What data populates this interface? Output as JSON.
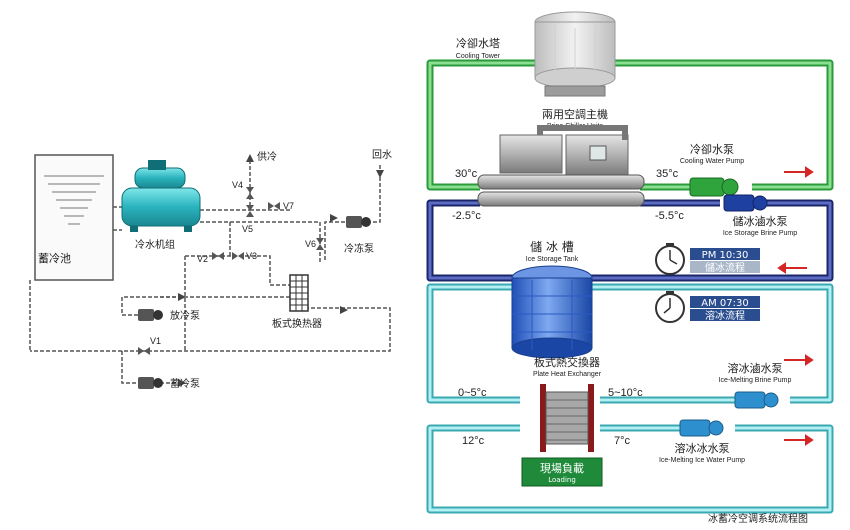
{
  "left_diagram": {
    "pool": "蓄冷池",
    "chiller": "冷水机组",
    "supply": "供冷",
    "return_water": "回水",
    "heat_exchanger": "板式换热器",
    "freeze_pump": "冷冻泵",
    "discharge_pump": "放冷泵",
    "storage_pump": "蓄冷泵",
    "valves": {
      "v1": "V1",
      "v2": "V2",
      "v3": "V3",
      "v4": "V4",
      "v5": "V5",
      "v6": "V6",
      "v7": "V7"
    }
  },
  "right_diagram": {
    "cooling_tower": {
      "cn": "冷卻水塔",
      "en": "Cooling Tower"
    },
    "chiller_units": {
      "cn": "兩用空調主機",
      "en": "Brine Chiller Units"
    },
    "cooling_pump": {
      "cn": "冷卻水泵",
      "en": "Cooling Water Pump"
    },
    "brine_pump": {
      "cn": "儲冰滷水泵",
      "en": "Ice Storage Brine Pump"
    },
    "ice_tank": {
      "cn": "儲 冰 槽",
      "en": "Ice Storage Tank"
    },
    "plate_hx": {
      "cn": "板式熱交換器",
      "en": "Plate Heat Exchanger"
    },
    "melt_brine_pump": {
      "cn": "溶冰滷水泵",
      "en": "Ice-Melting Brine Pump"
    },
    "melt_water_pump": {
      "cn": "溶冰冰水泵",
      "en": "Ice-Melting Ice Water Pump"
    },
    "loading": {
      "cn": "現場負載",
      "en": "Loading"
    },
    "temps": {
      "t30": "30°c",
      "t35": "35°c",
      "tm25": "-2.5°c",
      "tm55": "-5.5°c",
      "t05": "0~5°c",
      "t510": "5~10°c",
      "t12": "12°c",
      "t7": "7°c"
    },
    "clock_pm": {
      "time": "PM 10:30",
      "label": "儲冰流程"
    },
    "clock_am": {
      "time": "AM 07:30",
      "label": "溶冰流程"
    },
    "caption": "冰蓄冷空调系统流程图"
  },
  "colors": {
    "green_pipe": "#3db84a",
    "navy_pipe": "#1f2f7e",
    "cyan_pipe": "#57c7cf",
    "arrow": "#d52626",
    "badge": "#2a4d8f",
    "loading": "#1f8a3a"
  }
}
